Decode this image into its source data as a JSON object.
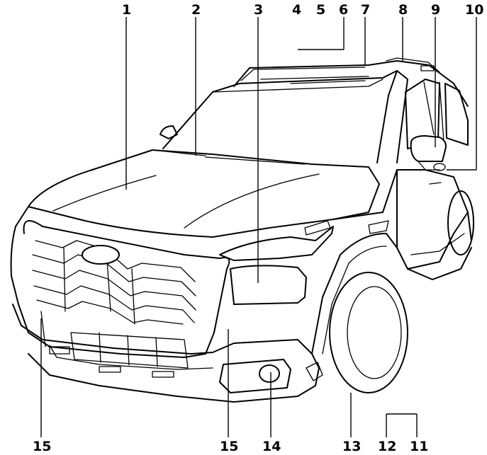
{
  "callouts": {
    "c1": "1",
    "c2": "2",
    "c3": "3",
    "c4": "4",
    "c5": "5",
    "c6": "6",
    "c7": "7",
    "c8": "8",
    "c9": "9",
    "c10": "10",
    "c11": "11",
    "c12": "12",
    "c13": "13",
    "c14": "14",
    "c15a": "15",
    "c15b": "15"
  },
  "colors": {
    "line": "#000000",
    "background": "#ffffff"
  }
}
